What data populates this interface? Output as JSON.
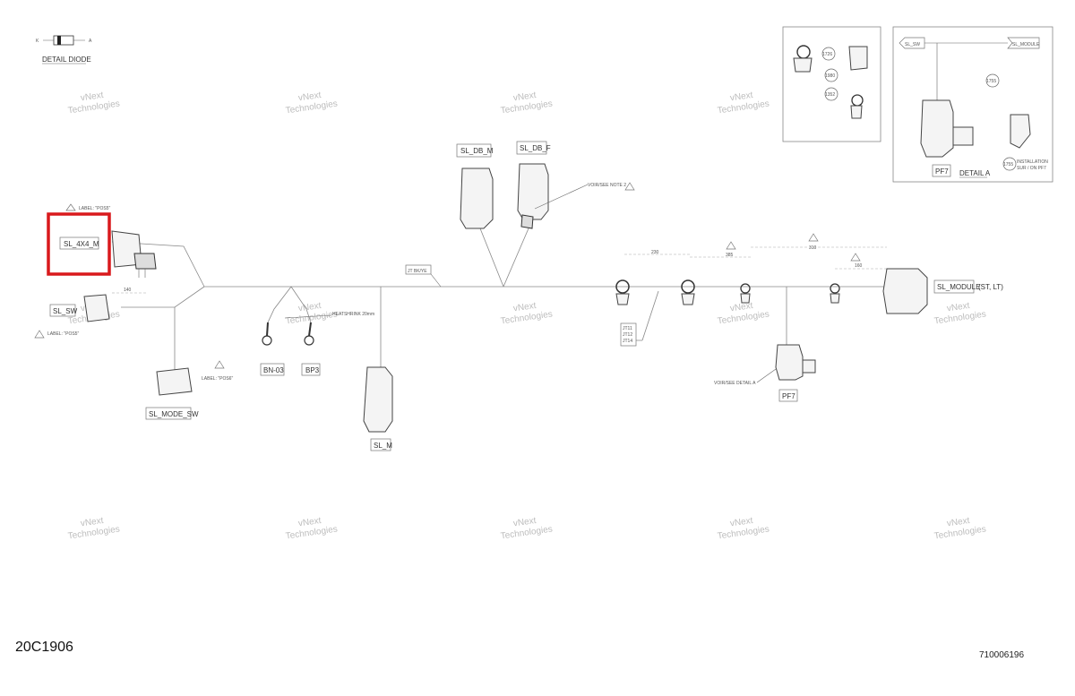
{
  "detail_diode": {
    "label": "DETAIL DIODE",
    "k": "K",
    "a": "A"
  },
  "connectors": {
    "sl_4x4_m": "SL_4X4_M",
    "sl_sw": "SL_SW",
    "sl_mode_sw": "SL_MODE_SW",
    "bn_03": "BN-03",
    "bp3": "BP3",
    "sl_m": "SL_M",
    "sl_db_m": "SL_DB_M",
    "sl_db_f": "SL_DB_F",
    "sl_module": "SL_MODULE",
    "sl_module_suffix": "(ST, LT)",
    "pf7": "PF7"
  },
  "notes": {
    "label_pos5_top": "LABEL: \"POS5\"",
    "label_pos5_bottom": "LABEL: \"POS5\"",
    "label_pos6": "LABEL: \"POS6\"",
    "heatshrink": "HEATSHRINK 20mm",
    "jt_bkye": "JT BK/YE",
    "voir_note2": "VOIR/SEE NOTE 2",
    "voir_detail_a": "VOIR/SEE DETAIL A",
    "jt11": "JT11",
    "jt12": "JT12",
    "jt14": "JT14",
    "tri_1": "1",
    "tri_2": "2",
    "tri_3": "3",
    "tri_4": "4",
    "tri_5": "5",
    "tri_6": "6"
  },
  "dimensions": {
    "d140": "140",
    "d230": "230",
    "d385": "385",
    "d310": "310",
    "d160": "160"
  },
  "detail_top": {
    "c1726": "1726",
    "c1980": "1980",
    "c1352": "1352"
  },
  "detail_a": {
    "title": "DETAIL A",
    "sl_sw": "SL_SW",
    "sl_module": "SL_MODULE",
    "pf7": "PF7",
    "c1755_top": "1755",
    "c1755_bottom": "1755",
    "installation_1": "INSTALLATION",
    "installation_2": "SUR / ON PF7"
  },
  "watermark": {
    "line1": "vNext",
    "line2": "Technologies"
  },
  "footer": {
    "drawing_code": "20C1906",
    "part_number": "710006196"
  },
  "highlight": {
    "color": "#d9191c"
  }
}
